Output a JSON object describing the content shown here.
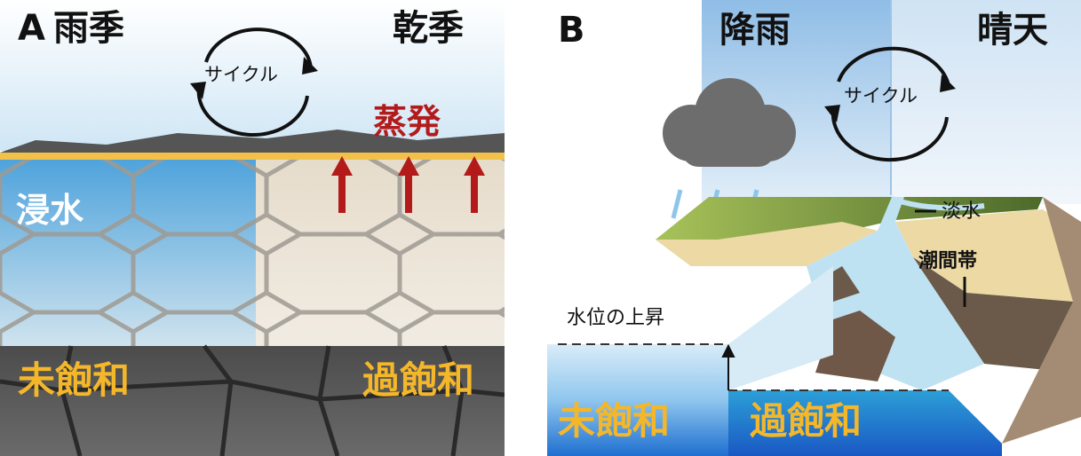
{
  "panel_a": {
    "letter": "A",
    "left_season": "雨季",
    "right_season": "乾季",
    "cycle": "サイクル",
    "evaporation": "蒸発",
    "flooding": "浸水",
    "unsaturated": "未飽和",
    "supersaturated": "過飽和"
  },
  "panel_b": {
    "letter": "B",
    "rain": "降雨",
    "sunny": "晴天",
    "cycle": "サイクル",
    "freshwater": "淡水",
    "intertidal": "潮間帯",
    "water_rise": "水位の上昇",
    "unsaturated": "未飽和",
    "supersaturated": "過飽和"
  },
  "colors": {
    "evaporation": "#b31b1b",
    "saturation_label": "#f5b72a",
    "flood_water": "#4fa3dc",
    "dry_crust": "#e8e0d2",
    "sand": "#ecd9a4",
    "deep_water": "#1e6fd0"
  }
}
